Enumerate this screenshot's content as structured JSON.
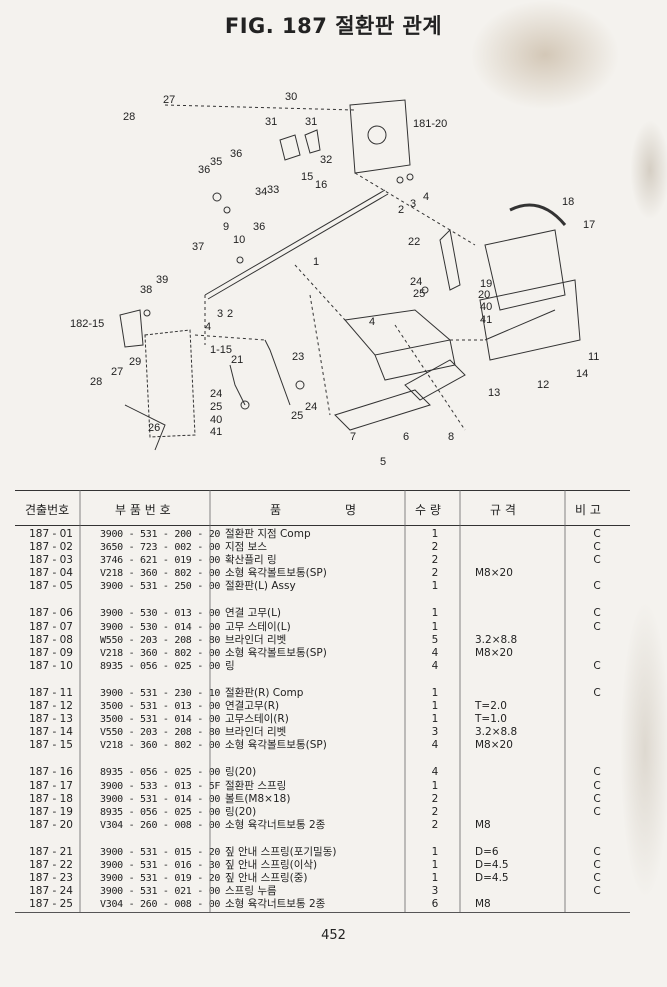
{
  "title": "FIG. 187 절환판 관계",
  "headers": {
    "no": "견출번호",
    "part_no": "부 품 번 호",
    "name_a": "품",
    "name_b": "명",
    "qty": "수 량",
    "spec": "규 격",
    "note": "비 고"
  },
  "groups": [
    [
      {
        "no": "187 - 01",
        "pn": "3900 - 531 - 200 - 20",
        "name": "절환판 지점 Comp",
        "qty": "1",
        "spec": "",
        "note": "C"
      },
      {
        "no": "187 - 02",
        "pn": "3650 - 723 - 002 - 00",
        "name": "지점 보스",
        "qty": "2",
        "spec": "",
        "note": "C"
      },
      {
        "no": "187 - 03",
        "pn": "3746 - 621 - 019 - 00",
        "name": "확산플리 링",
        "qty": "2",
        "spec": "",
        "note": "C"
      },
      {
        "no": "187 - 04",
        "pn": "V218 - 360 - 802 - 00",
        "name": "소형 육각볼트보통(SP)",
        "qty": "2",
        "spec": "M8×20",
        "note": ""
      },
      {
        "no": "187 - 05",
        "pn": "3900 - 531 - 250 - 00",
        "name": "절환판(L) Assy",
        "qty": "1",
        "spec": "",
        "note": "C"
      }
    ],
    [
      {
        "no": "187 - 06",
        "pn": "3900 - 530 - 013 - 00",
        "name": "연결 고무(L)",
        "qty": "1",
        "spec": "",
        "note": "C"
      },
      {
        "no": "187 - 07",
        "pn": "3900 - 530 - 014 - 00",
        "name": "고무 스테이(L)",
        "qty": "1",
        "spec": "",
        "note": "C"
      },
      {
        "no": "187 - 08",
        "pn": "W550 - 203 - 208 - 80",
        "name": "브라인더 리벳",
        "qty": "5",
        "spec": "3.2×8.8",
        "note": ""
      },
      {
        "no": "187 - 09",
        "pn": "V218 - 360 - 802 - 00",
        "name": "소형 육각볼트보통(SP)",
        "qty": "4",
        "spec": "M8×20",
        "note": ""
      },
      {
        "no": "187 - 10",
        "pn": "8935 - 056 - 025 - 00",
        "name": "링",
        "qty": "4",
        "spec": "",
        "note": "C"
      }
    ],
    [
      {
        "no": "187 - 11",
        "pn": "3900 - 531 - 230 - 10",
        "name": "절환판(R) Comp",
        "qty": "1",
        "spec": "",
        "note": "C"
      },
      {
        "no": "187 - 12",
        "pn": "3500 - 531 - 013 - 00",
        "name": "연결고무(R)",
        "qty": "1",
        "spec": "T=2.0",
        "note": ""
      },
      {
        "no": "187 - 13",
        "pn": "3500 - 531 - 014 - 00",
        "name": "고무스테이(R)",
        "qty": "1",
        "spec": "T=1.0",
        "note": ""
      },
      {
        "no": "187 - 14",
        "pn": "V550 - 203 - 208 - 80",
        "name": "브라인더 리벳",
        "qty": "3",
        "spec": "3.2×8.8",
        "note": ""
      },
      {
        "no": "187 - 15",
        "pn": "V218 - 360 - 802 - 00",
        "name": "소형 육각볼트보통(SP)",
        "qty": "4",
        "spec": "M8×20",
        "note": ""
      }
    ],
    [
      {
        "no": "187 - 16",
        "pn": "8935 - 056 - 025 - 00",
        "name": "링(20)",
        "qty": "4",
        "spec": "",
        "note": "C"
      },
      {
        "no": "187 - 17",
        "pn": "3900 - 533 - 013 - 5F",
        "name": "절환판 스프링",
        "qty": "1",
        "spec": "",
        "note": "C"
      },
      {
        "no": "187 - 18",
        "pn": "3900 - 531 - 014 - 00",
        "name": "볼트(M8×18)",
        "qty": "2",
        "spec": "",
        "note": "C"
      },
      {
        "no": "187 - 19",
        "pn": "8935 - 056 - 025 - 00",
        "name": "링(20)",
        "qty": "2",
        "spec": "",
        "note": "C"
      },
      {
        "no": "187 - 20",
        "pn": "V304 - 260 - 008 - 00",
        "name": "소형 육각너트보통 2종",
        "qty": "2",
        "spec": "M8",
        "note": ""
      }
    ],
    [
      {
        "no": "187 - 21",
        "pn": "3900 - 531 - 015 - 20",
        "name": "짚 안내 스프링(포기밀동)",
        "qty": "1",
        "spec": "D=6",
        "note": "C"
      },
      {
        "no": "187 - 22",
        "pn": "3900 - 531 - 016 - 30",
        "name": "짚 안내 스프링(이삭)",
        "qty": "1",
        "spec": "D=4.5",
        "note": "C"
      },
      {
        "no": "187 - 23",
        "pn": "3900 - 531 - 019 - 20",
        "name": "짚 안내 스프링(중)",
        "qty": "1",
        "spec": "D=4.5",
        "note": "C"
      },
      {
        "no": "187 - 24",
        "pn": "3900 - 531 - 021 - 00",
        "name": "스프링 누름",
        "qty": "3",
        "spec": "",
        "note": "C"
      },
      {
        "no": "187 - 25",
        "pn": "V304 - 260 - 008 - 00",
        "name": "소형 육각너트보통 2종",
        "qty": "6",
        "spec": "M8",
        "note": ""
      }
    ]
  ],
  "diagram_labels": [
    "27",
    "28",
    "30",
    "31",
    "31",
    "32",
    "181-20",
    "35",
    "36",
    "36",
    "34",
    "33",
    "15",
    "16",
    "2",
    "3",
    "4",
    "37",
    "36",
    "9",
    "10",
    "18",
    "17",
    "22",
    "39",
    "38",
    "182-15",
    "24",
    "25",
    "19",
    "20",
    "40",
    "41",
    "4",
    "3",
    "2",
    "1-15",
    "21",
    "23",
    "29",
    "27",
    "28",
    "24",
    "25",
    "40",
    "41",
    "24",
    "25",
    "26",
    "13",
    "12",
    "14",
    "11",
    "7",
    "6",
    "8",
    "5",
    "1",
    "4"
  ],
  "page_number": "452"
}
